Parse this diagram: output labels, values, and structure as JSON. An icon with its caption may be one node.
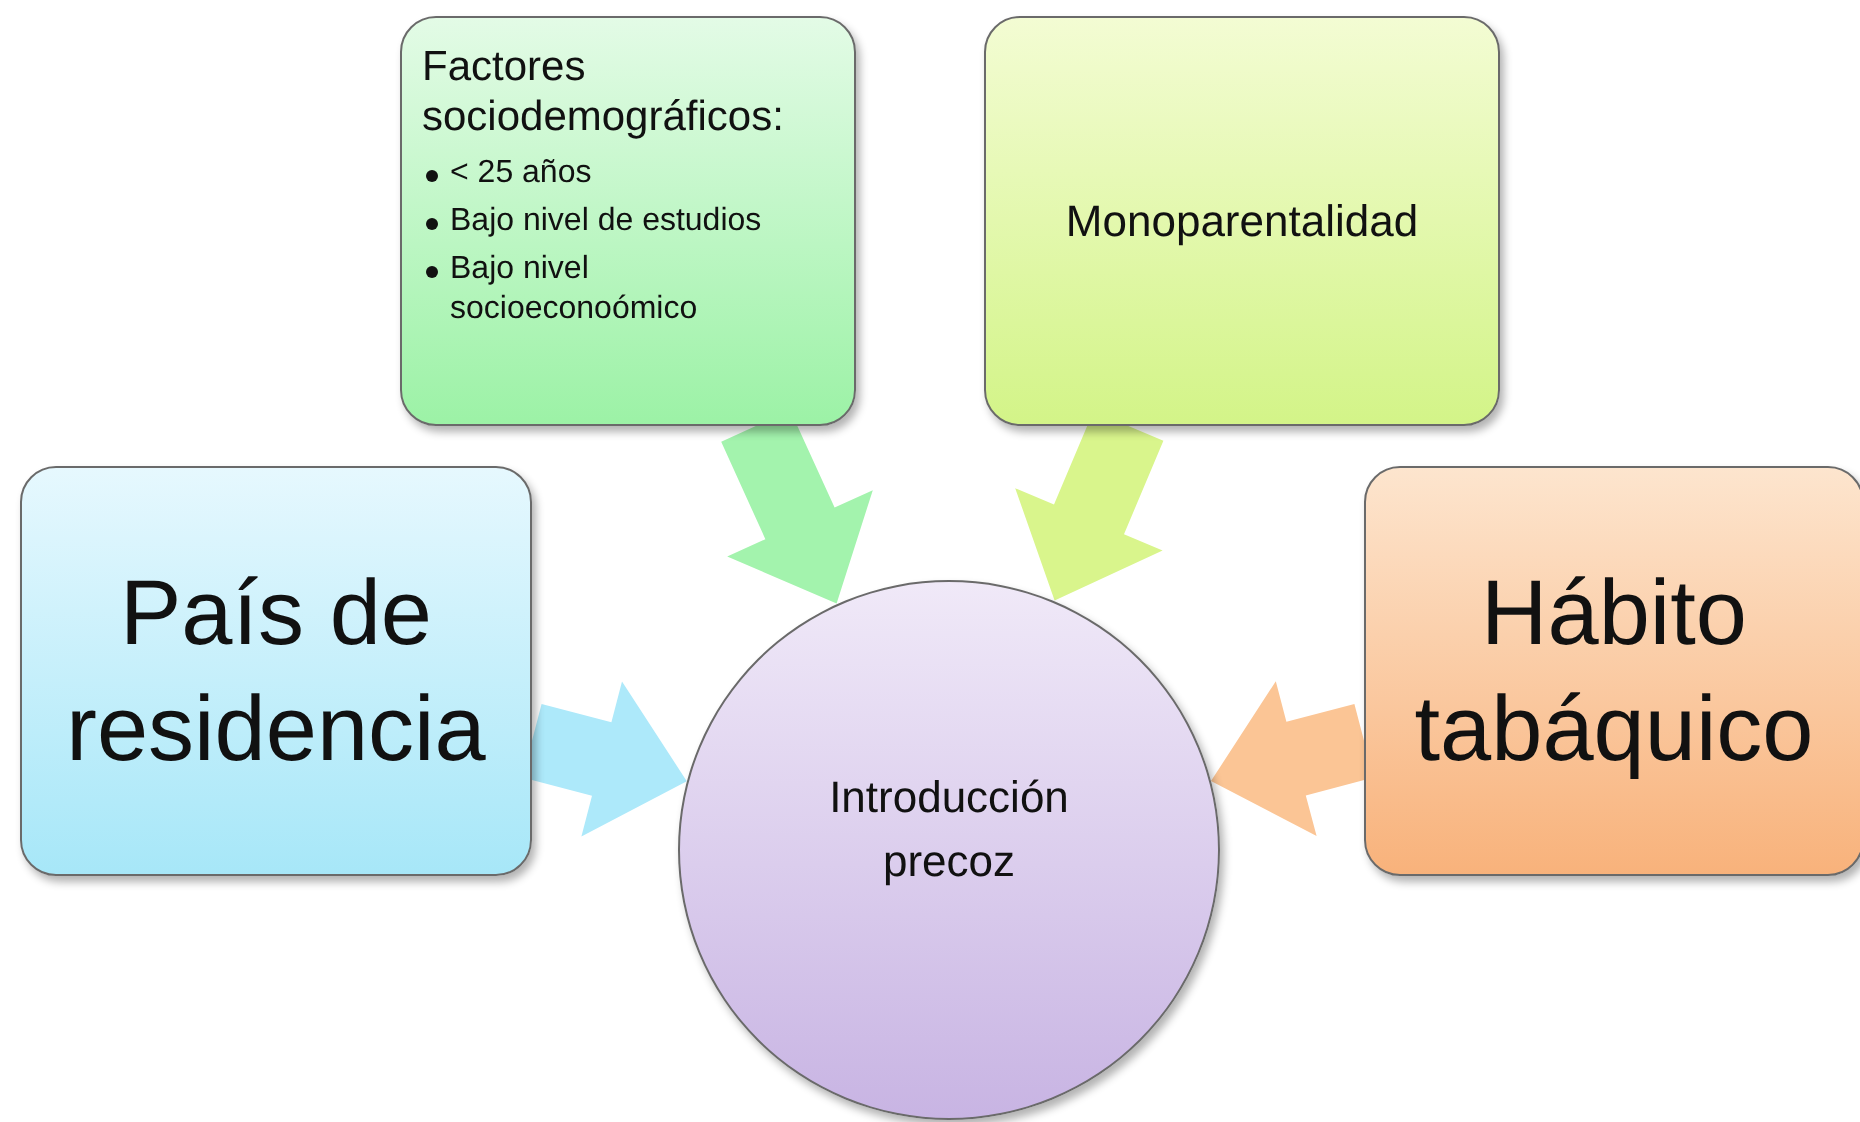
{
  "diagram": {
    "nodes": [
      {
        "text": [
          "Factores sociodemográficos:",
          "< 25 años",
          "Bajo nivel de estudios",
          "Bajo nivel socioeconoómico"
        ]
      },
      {
        "text": [
          "Monoparentalidad"
        ]
      },
      {
        "text": [
          "País de residencia"
        ]
      },
      {
        "text": [
          "Introducción precoz"
        ]
      },
      {
        "text": [
          "Hábito tabáquico"
        ]
      }
    ],
    "edges": [
      {
        "from": 0,
        "to": 3,
        "arrow": "to",
        "color": "#a3f3ad"
      },
      {
        "from": 1,
        "to": 3,
        "arrow": "to",
        "color": "#d9f58c"
      },
      {
        "from": 2,
        "to": 3,
        "arrow": "to",
        "color": "#ade9fa"
      },
      {
        "from": 4,
        "to": 3,
        "arrow": "to",
        "color": "#fbc595"
      }
    ]
  }
}
